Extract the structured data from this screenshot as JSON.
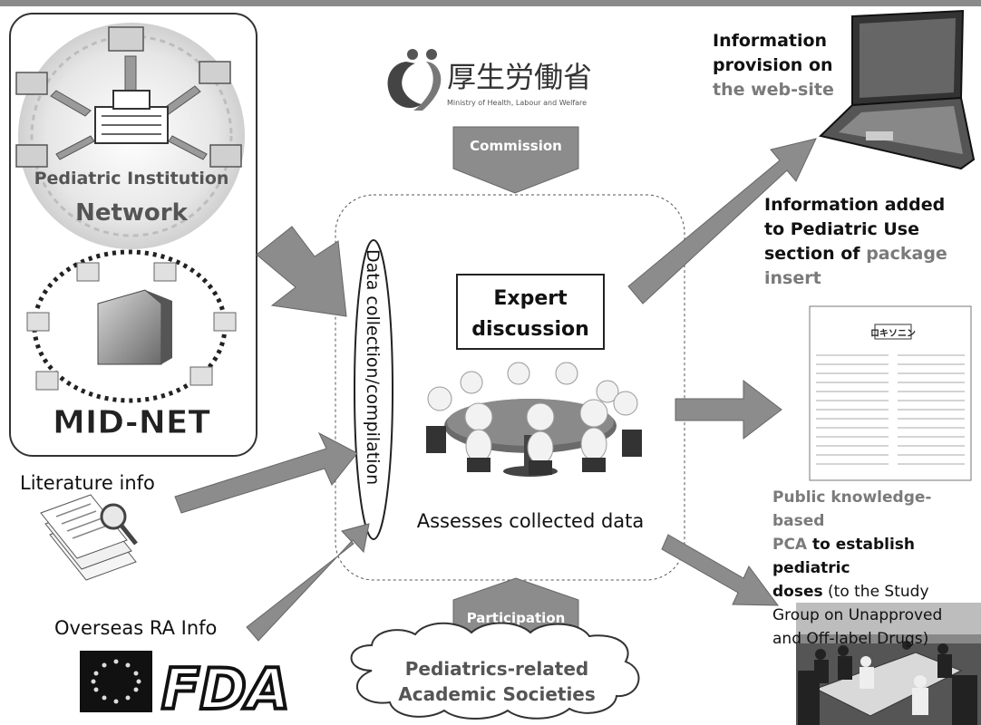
{
  "network_panel": {
    "pediatric_label_1": "Pediatric Institution",
    "pediatric_label_2": "Network",
    "midnet_label": "MID-NET"
  },
  "ministry": {
    "kanji": "厚生労働省",
    "english": "Ministry of Health, Labour and Welfare"
  },
  "arrows": {
    "commission": "Commission",
    "participation": "Participation"
  },
  "center": {
    "vertical_label": "Data collection/compilation",
    "expert_line1": "Expert",
    "expert_line2": "discussion",
    "assesses": "Assesses collected data"
  },
  "inputs": {
    "literature": "Literature info",
    "overseas": "Overseas RA Info",
    "fda_logo": "FDA"
  },
  "societies": {
    "line1": "Pediatrics-related",
    "line2": "Academic Societies"
  },
  "outputs": {
    "web_1": "Information",
    "web_2": "provision on",
    "web_3": "the web-site",
    "pkg_1": "Information added",
    "pkg_2": "to Pediatric Use",
    "pkg_3a": "section of ",
    "pkg_3b": "package",
    "pkg_4": "insert",
    "pca_1": "Public knowledge-based",
    "pca_2a": "PCA",
    "pca_2b": " to establish pediatric",
    "pca_3a": "doses",
    "pca_3b": " (to the Study",
    "pca_4": "Group on Unapproved",
    "pca_5": "and Off-label Drugs)"
  },
  "colors": {
    "arrow_fill": "#8c8c8c",
    "arrow_stroke": "#666666",
    "banner": "#7a7a7a"
  },
  "icons": [
    "hospital-network-icon",
    "hospital-building-icon",
    "ministry-logo-icon",
    "meeting-people-icon",
    "laptop-icon",
    "package-insert-icon",
    "documents-icon",
    "eu-flag-icon",
    "fda-logo-icon",
    "meeting-photo-icon"
  ]
}
